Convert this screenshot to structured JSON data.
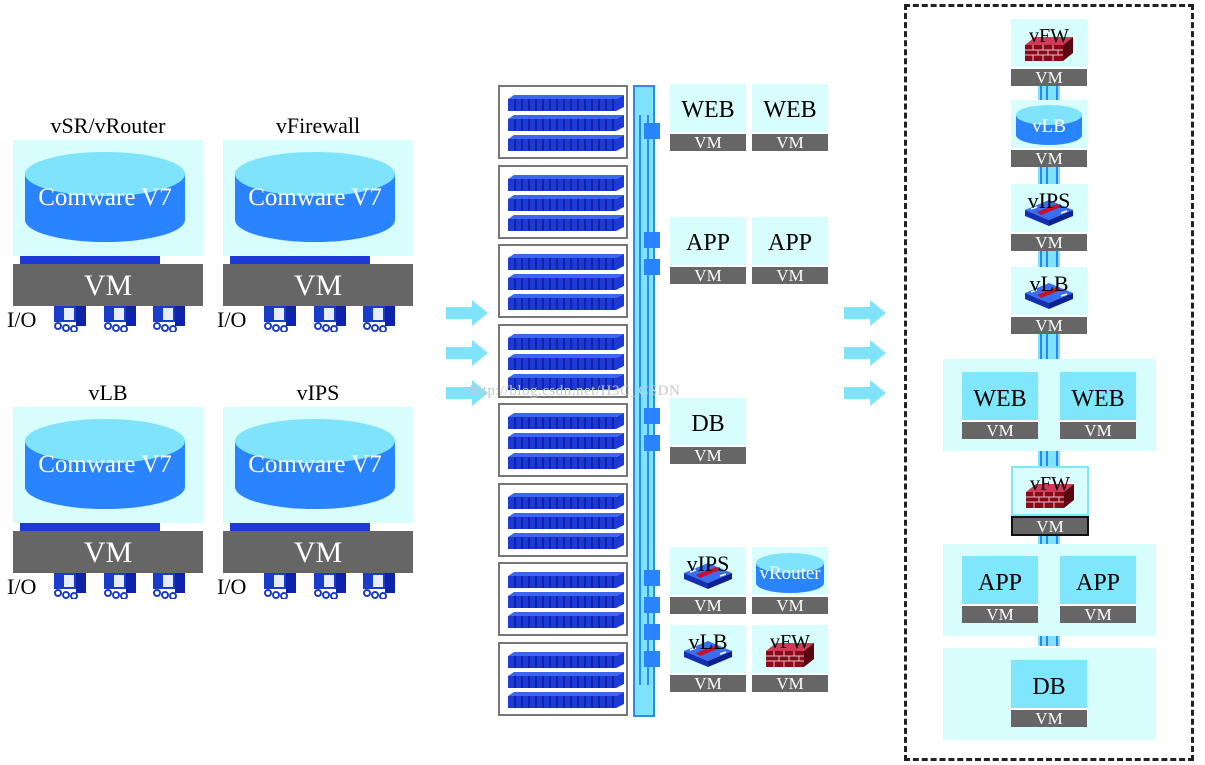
{
  "left_devices": [
    {
      "title": "vSR/vRouter",
      "os_label": "Comware V7",
      "vm_label": "VM",
      "io_label": "I/O"
    },
    {
      "title": "vFirewall",
      "os_label": "Comware V7",
      "vm_label": "VM",
      "io_label": "I/O"
    },
    {
      "title": "vLB",
      "os_label": "Comware V7",
      "vm_label": "VM",
      "io_label": "I/O"
    },
    {
      "title": "vIPS",
      "os_label": "Comware V7",
      "vm_label": "VM",
      "io_label": "I/O"
    }
  ],
  "server_rack": {
    "server_count": 8
  },
  "middle_tiles": {
    "web": [
      {
        "label": "WEB",
        "vm": "VM"
      },
      {
        "label": "WEB",
        "vm": "VM"
      }
    ],
    "app": [
      {
        "label": "APP",
        "vm": "VM"
      },
      {
        "label": "APP",
        "vm": "VM"
      }
    ],
    "db": [
      {
        "label": "DB",
        "vm": "VM"
      }
    ],
    "services_row1": [
      {
        "label": "vIPS",
        "icon": "ips-switch-icon",
        "vm": "VM"
      },
      {
        "label": "vRouter",
        "icon": "router-cylinder-icon",
        "vm": "VM"
      }
    ],
    "services_row2": [
      {
        "label": "vLB",
        "icon": "lb-switch-icon",
        "vm": "VM"
      },
      {
        "label": "vFW",
        "icon": "firewall-icon",
        "vm": "VM"
      }
    ]
  },
  "watermark": "http://blog.csdn.net/H3C_CSDN",
  "right_chain": {
    "services": [
      {
        "label": "vFW",
        "icon": "firewall-icon",
        "vm": "VM"
      },
      {
        "label": "vLB",
        "icon": "lb-cylinder-icon",
        "vm": "VM"
      },
      {
        "label": "vIPS",
        "icon": "ips-switch-icon",
        "vm": "VM"
      },
      {
        "label": "vLB",
        "icon": "lb-switch-icon",
        "vm": "VM"
      }
    ],
    "web_group": [
      {
        "label": "WEB",
        "vm": "VM"
      },
      {
        "label": "WEB",
        "vm": "VM"
      }
    ],
    "mid_fw": {
      "label": "vFW",
      "icon": "firewall-icon",
      "vm": "VM"
    },
    "app_group": [
      {
        "label": "APP",
        "vm": "VM"
      },
      {
        "label": "APP",
        "vm": "VM"
      }
    ],
    "db_group": [
      {
        "label": "DB",
        "vm": "VM"
      }
    ]
  },
  "colors": {
    "panel_bg": "#d7fdfd",
    "tile_accent": "#7fe6fc",
    "cylinder_top": "#7fe3fb",
    "cylinder_body": "#2a84ff",
    "vm_bar": "#666666",
    "server_blue": "#1530c8",
    "firewall_red": "#8b0a1a",
    "arrow": "#7fe3fb"
  }
}
